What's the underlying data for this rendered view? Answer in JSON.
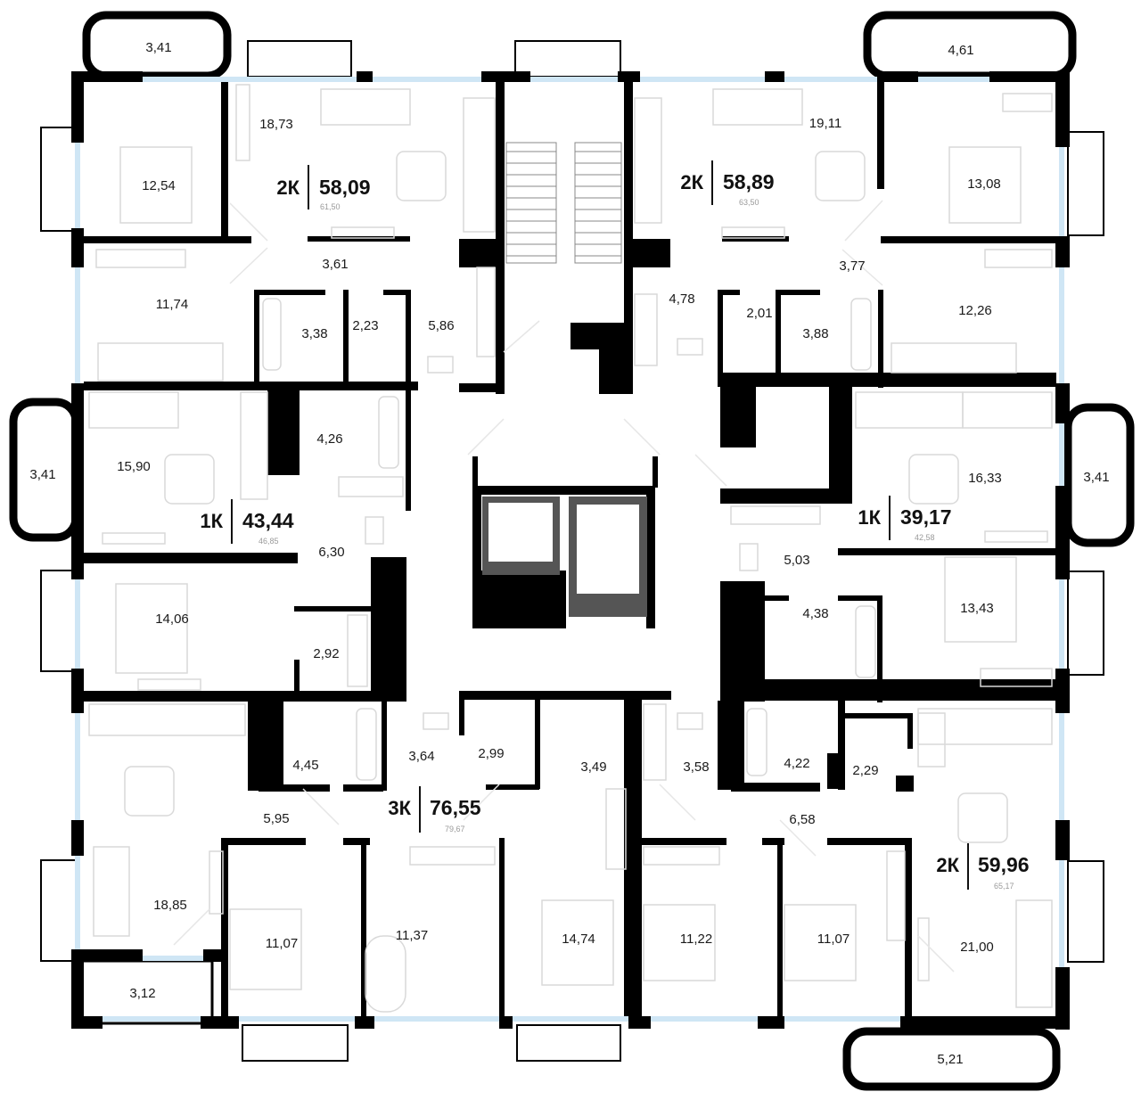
{
  "apartments": [
    {
      "id": "apt-nw",
      "type": "2К",
      "area": "58,09",
      "total": "61,50"
    },
    {
      "id": "apt-ne",
      "type": "2К",
      "area": "58,89",
      "total": "63,50"
    },
    {
      "id": "apt-w",
      "type": "1К",
      "area": "43,44",
      "total": "46,85"
    },
    {
      "id": "apt-e",
      "type": "1К",
      "area": "39,17",
      "total": "42,58"
    },
    {
      "id": "apt-s",
      "type": "3К",
      "area": "76,55",
      "total": "79,67"
    },
    {
      "id": "apt-se",
      "type": "2К",
      "area": "59,96",
      "total": "65,17"
    }
  ],
  "rooms": {
    "balc_nw": "3,41",
    "kitchen_nw": "18,73",
    "bed_nw": "12,54",
    "hall_nw": "3,61",
    "room2_nw": "11,74",
    "bath_nw": "3,38",
    "wc_nw": "2,23",
    "corr_nw": "5,86",
    "balc_ne": "4,61",
    "kitchen_ne": "19,11",
    "bed_ne": "13,08",
    "hall_ne": "3,77",
    "room2_ne": "12,26",
    "corr_ne": "4,78",
    "wc_ne": "2,01",
    "bath_ne": "3,88",
    "balc_w": "3,41",
    "kitchen_w": "15,90",
    "bath_w": "4,26",
    "hall_w": "6,30",
    "bed_w": "14,06",
    "storage_w": "2,92",
    "balc_e": "3,41",
    "kitchen_e": "16,33",
    "hall_e": "5,03",
    "bed_e": "13,43",
    "bath_e": "4,38",
    "bath_s": "4,45",
    "kitchen_s": "18,85",
    "hall_s": "5,95",
    "corr_s": "3,64",
    "wc_s": "2,99",
    "bath2_s": "3,49",
    "bed1_s": "11,07",
    "bed2_s": "11,37",
    "bed3_s": "14,74",
    "balc_s": "3,12",
    "corr_se": "3,58",
    "bath_se": "4,22",
    "wc_se": "2,29",
    "hall_se": "6,58",
    "bed1_se": "11,22",
    "bed2_se": "11,07",
    "kitchen_se": "21,00",
    "balc_se": "5,21"
  }
}
